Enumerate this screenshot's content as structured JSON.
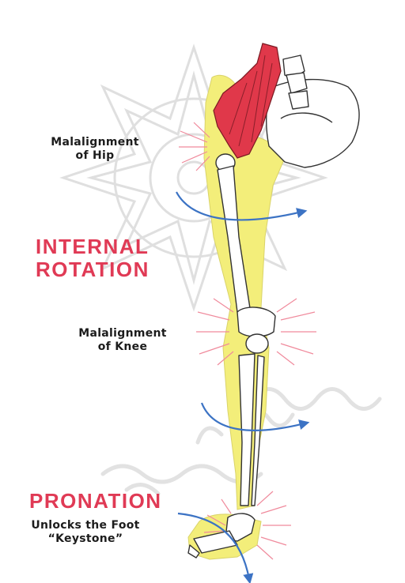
{
  "labels": {
    "hip_line1": "Malalignment",
    "hip_line2": "of Hip",
    "internal_line1": "INTERNAL",
    "internal_line2": "ROTATION",
    "knee_line1": "Malalignment",
    "knee_line2": "of Knee",
    "pronation": "PRONATION",
    "foot_line1": "Unlocks the Foot",
    "foot_line2": "“Keystone”"
  },
  "colors": {
    "emphasis": "#e03a55",
    "muscle": "#e0384a",
    "leg_highlight": "#f3ee7a",
    "rotation_arrow": "#3c73c4",
    "stress_lines": "#f08a9c",
    "watermark": "#dcdcdc",
    "text": "#1c1c1c"
  },
  "icons": [
    "leg-skeleton-illustration",
    "hip-muscle-illustration",
    "rotation-arrow-icon",
    "stress-burst-icon",
    "watermark-logo"
  ]
}
